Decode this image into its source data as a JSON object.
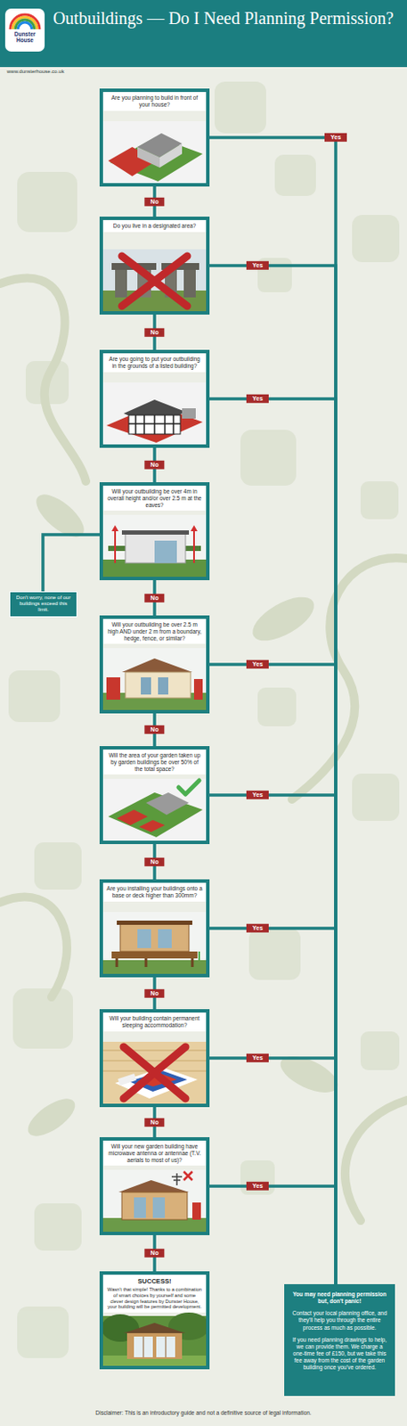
{
  "diagram": {
    "title": "Outbuildings — Do I Need Planning Permission?",
    "nodes": [
      {
        "text": [
          "Are you planning to build in front of your house?"
        ]
      },
      {
        "text": [
          "Do you live in a designated area?"
        ]
      },
      {
        "text": [
          "Are you going to put your outbuilding in the grounds of a listed building?"
        ]
      },
      {
        "text": [
          "Will your outbuilding be over 4m in overall height and/or over 2.5 m at the eaves?"
        ]
      },
      {
        "text": [
          "Don't worry, none of our buildings exceed this limit."
        ]
      },
      {
        "text": [
          "Will your outbuilding be over 2.5 m high AND under 2 m from a boundary, hedge, fence, or similar?"
        ]
      },
      {
        "text": [
          "Will the area of your garden taken up by garden buildings be over 50% of the total space?"
        ]
      },
      {
        "text": [
          "Are you installing your buildings onto a base or deck higher than 300mm?"
        ]
      },
      {
        "text": [
          "Will your building contain permanent sleeping accommodation?"
        ]
      },
      {
        "text": [
          "Will your new garden building have microwave antenna or antennae (T.V. aerials to most of us)?"
        ]
      },
      {
        "text": [
          "SUCCESS!",
          "Wasn't that simple! Thanks to a combination of smart choices by yourself and some clever design features by Dunster House, your building will be permitted development."
        ]
      },
      {
        "text": [
          "You may need planning permission but, don't panic!",
          "Contact your local planning office, and they'll help you through the entire process as much as possible.",
          "If you need planning drawings to help, we can provide them. We charge a one-time fee of £150, but we take this fee away from the cost of the garden building once you've ordered."
        ]
      }
    ],
    "edges": [
      {
        "from": 0,
        "to": 11,
        "label": "Yes",
        "arrow": "none"
      },
      {
        "from": 0,
        "to": 1,
        "label": "No",
        "arrow": "none"
      },
      {
        "from": 1,
        "to": 11,
        "label": "Yes",
        "arrow": "none"
      },
      {
        "from": 1,
        "to": 2,
        "label": "No",
        "arrow": "none"
      },
      {
        "from": 2,
        "to": 11,
        "label": "Yes",
        "arrow": "none"
      },
      {
        "from": 2,
        "to": 3,
        "label": "No",
        "arrow": "none"
      },
      {
        "from": 3,
        "to": 4,
        "arrow": "none"
      },
      {
        "from": 4,
        "to": 5,
        "arrow": "none"
      },
      {
        "from": 3,
        "to": 5,
        "label": "No",
        "arrow": "none"
      },
      {
        "from": 5,
        "to": 11,
        "label": "Yes",
        "arrow": "none"
      },
      {
        "from": 5,
        "to": 6,
        "label": "No",
        "arrow": "none"
      },
      {
        "from": 6,
        "to": 11,
        "label": "Yes",
        "arrow": "none"
      },
      {
        "from": 6,
        "to": 7,
        "label": "No",
        "arrow": "none"
      },
      {
        "from": 7,
        "to": 11,
        "label": "Yes",
        "arrow": "none"
      },
      {
        "from": 7,
        "to": 8,
        "label": "No",
        "arrow": "none"
      },
      {
        "from": 8,
        "to": 11,
        "label": "Yes",
        "arrow": "none"
      },
      {
        "from": 8,
        "to": 9,
        "label": "No",
        "arrow": "none"
      },
      {
        "from": 9,
        "to": 11,
        "label": "Yes",
        "arrow": "none"
      },
      {
        "from": 9,
        "to": 10,
        "label": "No",
        "arrow": "none"
      }
    ],
    "labels": [
      "Dunster House",
      "www.dunsterhouse.co.uk",
      "Disclaimer: This is an introductory guide and not a definitive source of legal information."
    ]
  }
}
